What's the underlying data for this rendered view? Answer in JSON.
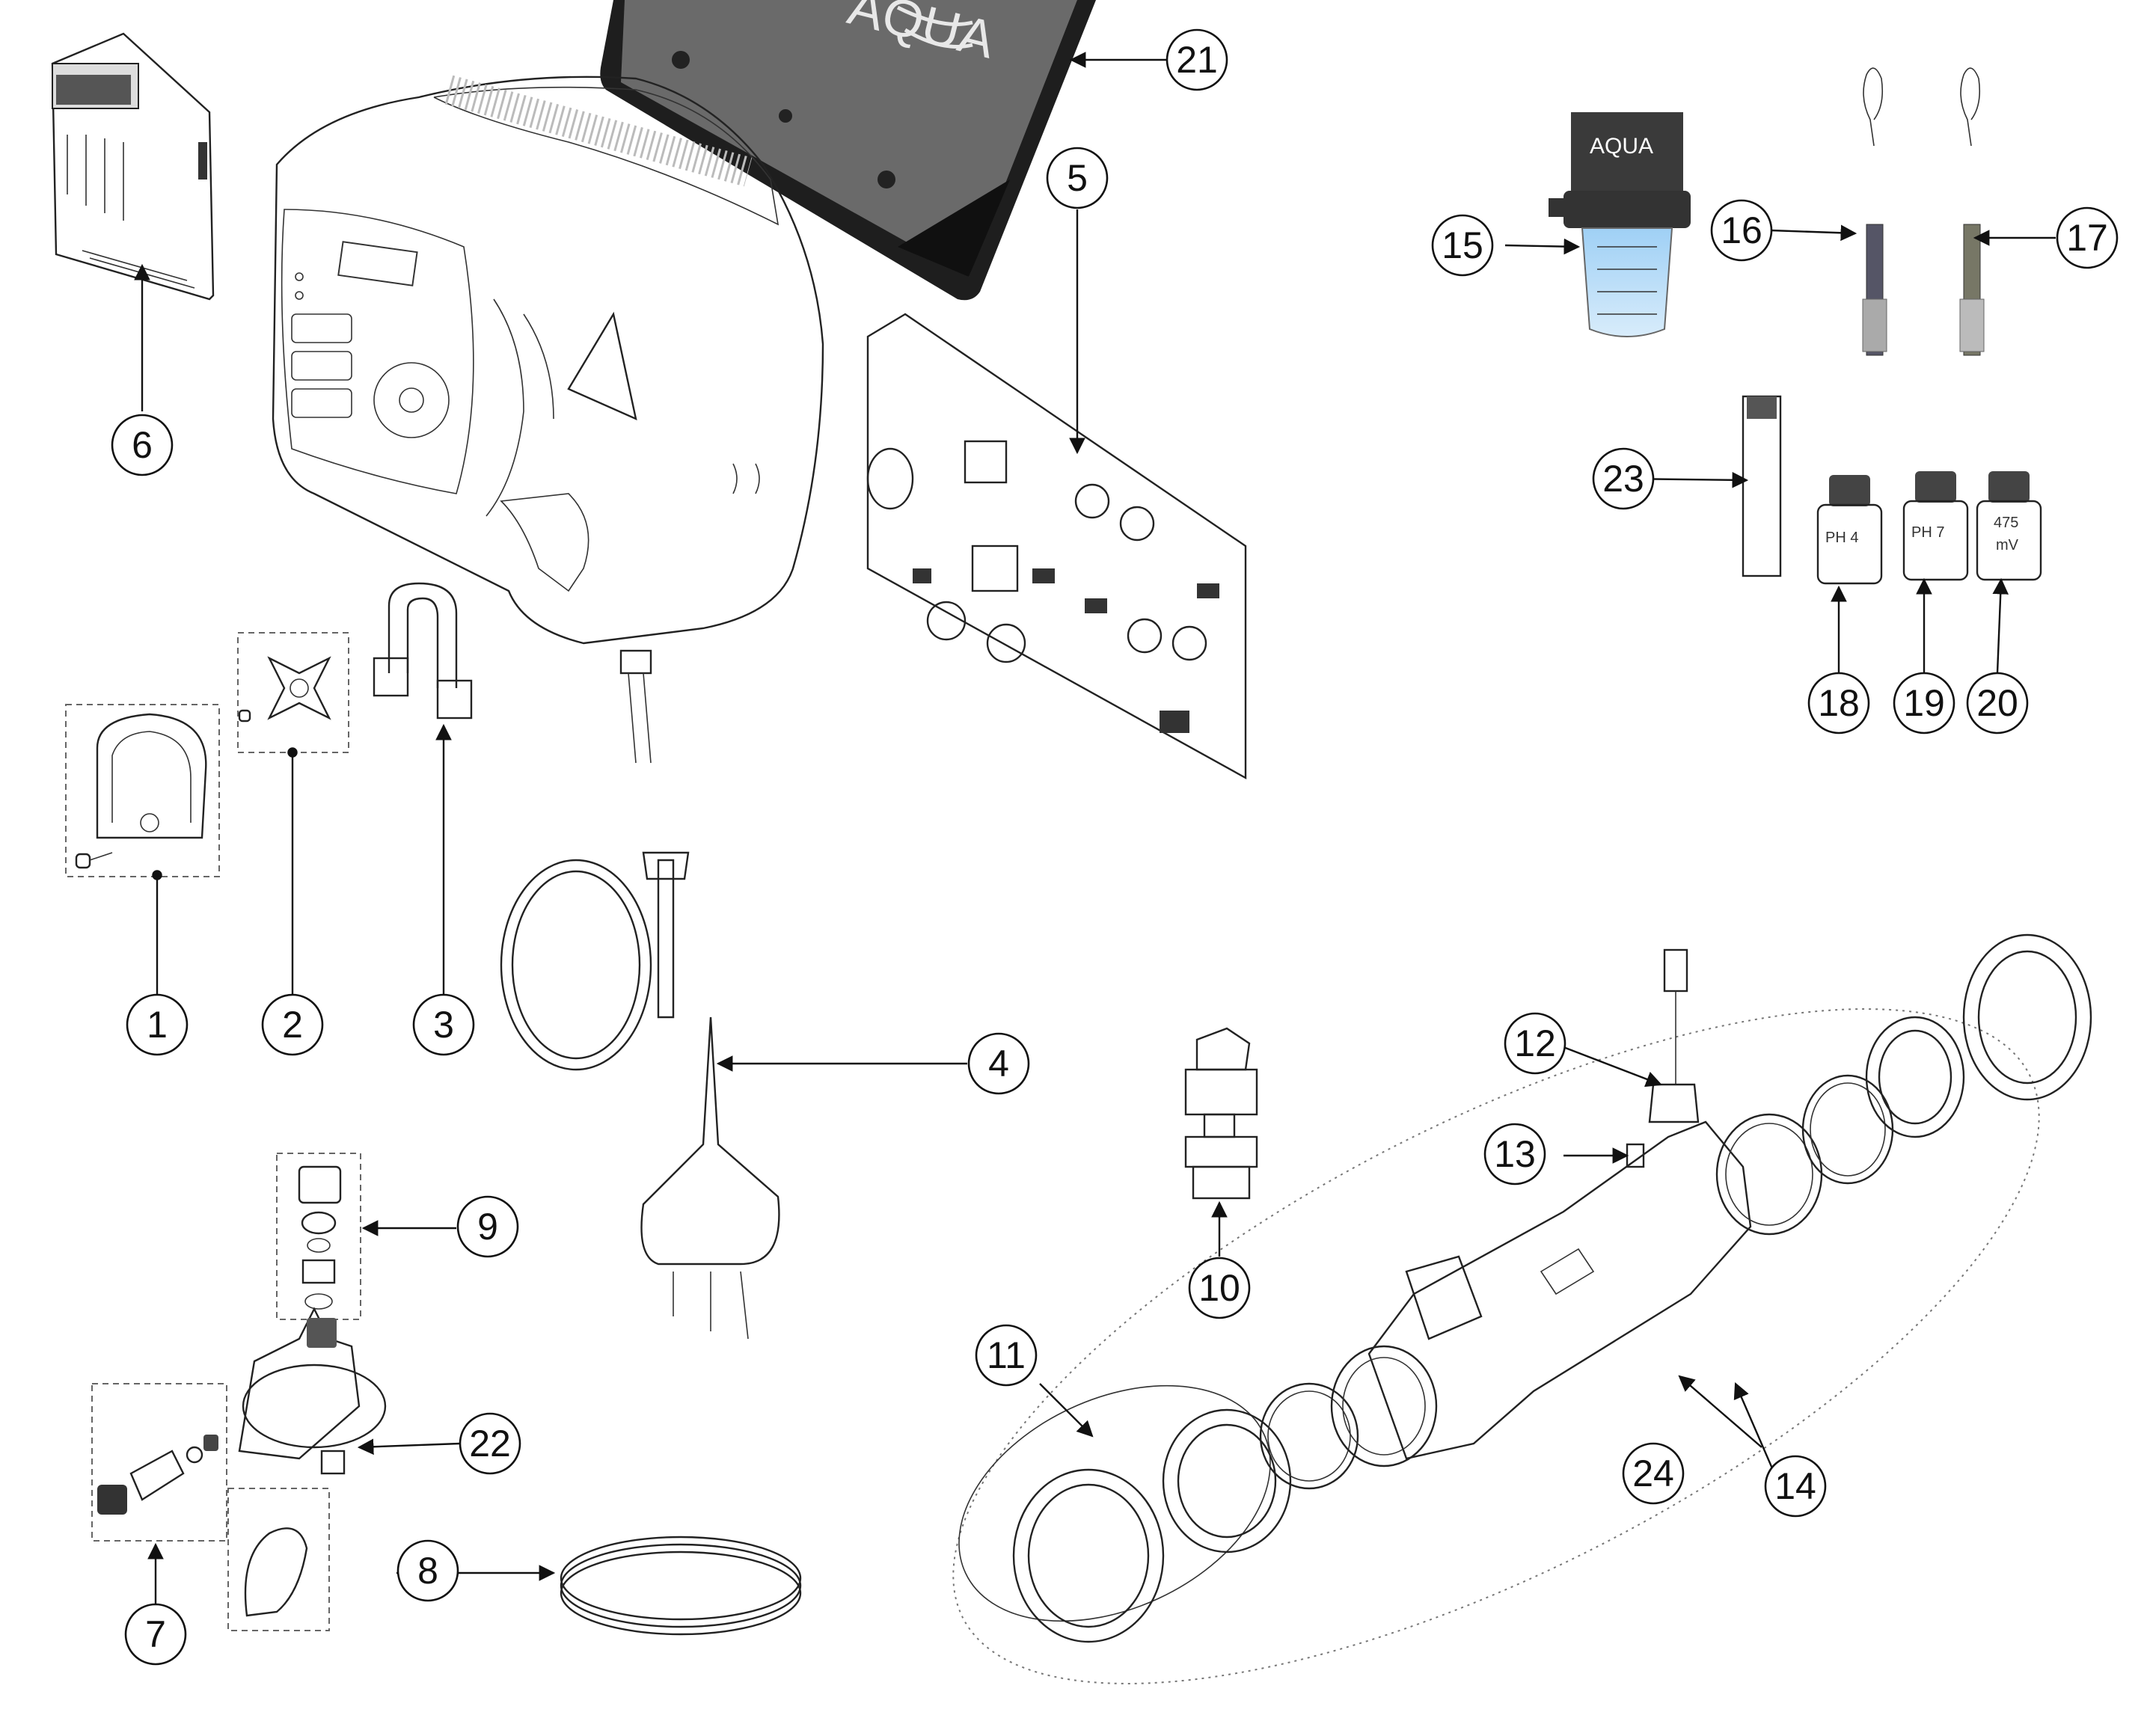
{
  "diagram": {
    "parts": [
      "1",
      "2",
      "3",
      "4",
      "5",
      "6",
      "7",
      "8",
      "9",
      "10",
      "11",
      "12",
      "13",
      "14",
      "15",
      "16",
      "17",
      "18",
      "19",
      "20",
      "21",
      "22",
      "23",
      "24"
    ],
    "logo_text": "AQUA",
    "bottle_labels": {
      "ph4": "PH 4",
      "ph7": "PH 7",
      "orp_value": "475",
      "orp_unit": "mV"
    }
  }
}
